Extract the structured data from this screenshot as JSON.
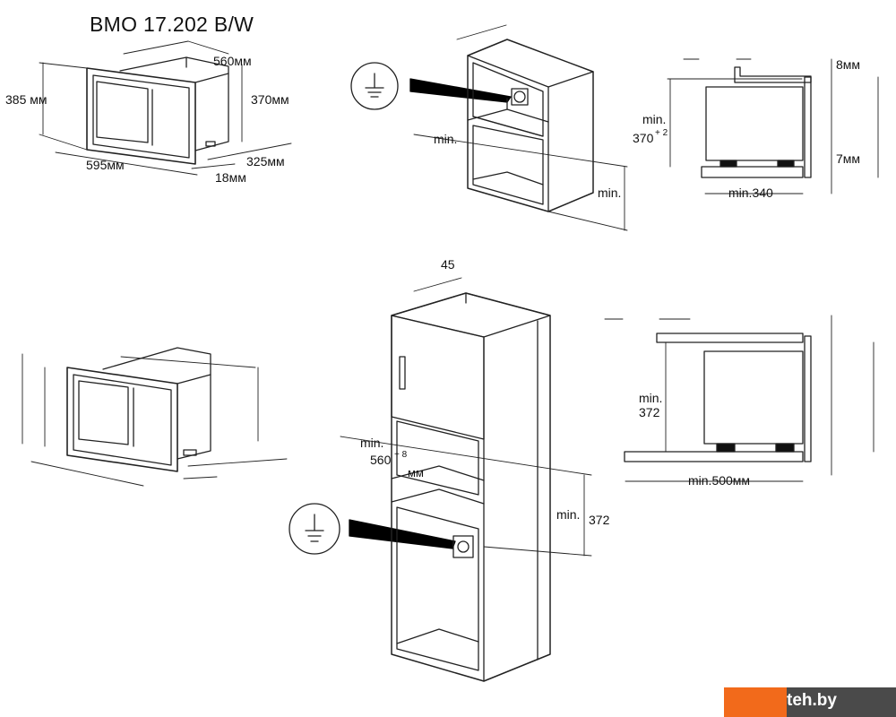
{
  "title": "BMO 17.202 B/W",
  "figure1": {
    "depth": "560мм",
    "height_outer": "385 мм",
    "height_inner": "370мм",
    "width": "595мм",
    "depth_body": "325мм",
    "frame": "18мм"
  },
  "figure2": {
    "min_depth": "min.",
    "min_height": "min."
  },
  "figure3": {
    "top_gap": "8мм",
    "height_min": "min.",
    "height_val": "370",
    "height_tol": "+ 2",
    "bottom_gap": "7мм",
    "depth": "min.340"
  },
  "figure5": {
    "top_dim": "45",
    "width_min": "min.",
    "width_val": "560",
    "width_tol": "+ 8",
    "width_unit": "мм",
    "height_min": "min.",
    "height_val": "372"
  },
  "figure6": {
    "height_min": "min.",
    "height_val": "372",
    "depth": "min.500мм"
  },
  "watermark": {
    "text": "teh.by",
    "colors": {
      "orange": "#f26a1b",
      "grey": "#4a4a4a"
    }
  }
}
